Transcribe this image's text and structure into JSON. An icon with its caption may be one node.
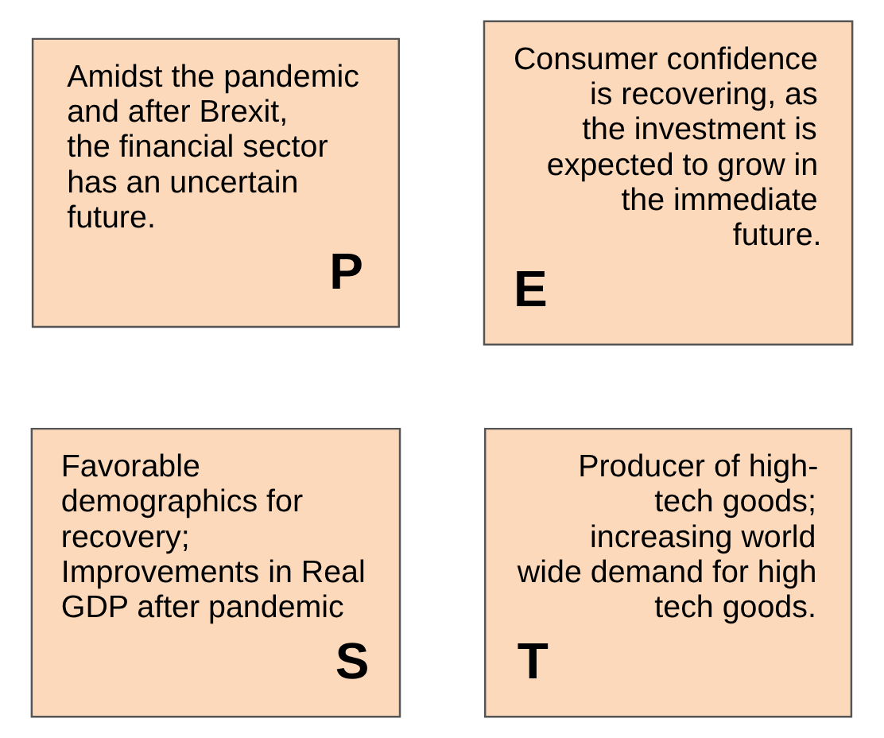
{
  "diagram": {
    "nodes": [
      {
        "text": [
          "Amidst the pandemic and after Brexit, the financial sector has an uncertain future.",
          "P"
        ]
      },
      {
        "text": [
          "Consumer confidence is recovering, as the investment is expected to grow in the immediate future.",
          "E"
        ]
      },
      {
        "text": [
          "Favorable demographics for recovery; Improvements in Real GDP after pandemic",
          "S"
        ]
      },
      {
        "text": [
          "Producer of high-tech goods; increasing world wide demand for high tech goods.",
          "T"
        ]
      }
    ]
  }
}
